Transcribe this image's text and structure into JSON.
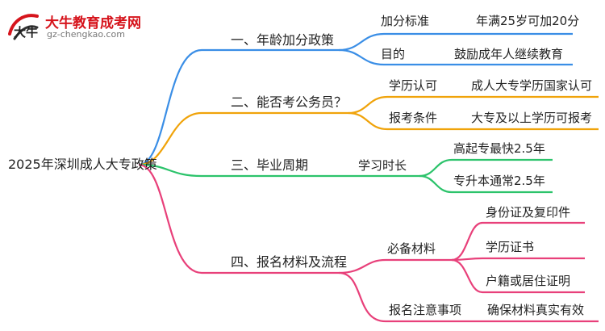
{
  "logo": {
    "title": "大牛教育成考网",
    "url": "gz-chengkao.com",
    "mark_text": "大牛"
  },
  "root": {
    "label": "2025年深圳成人大专政策"
  },
  "colors": {
    "branch1": "#3a8ee6",
    "branch2": "#f0a30a",
    "branch3": "#2cc36b",
    "branch4": "#e8407a",
    "logo_red": "#d6141c"
  },
  "branches": [
    {
      "label": "一、年龄加分政策",
      "items": [
        {
          "label": "加分标准",
          "value": "年满25岁可加20分"
        },
        {
          "label": "目的",
          "value": "鼓励成年人继续教育"
        }
      ]
    },
    {
      "label": "二、能否考公务员？",
      "items": [
        {
          "label": "学历认可",
          "value": "成人大专学历国家认可"
        },
        {
          "label": "报考条件",
          "value": "大专及以上学历可报考"
        }
      ]
    },
    {
      "label": "三、毕业周期",
      "items": [
        {
          "label": "学习时长",
          "values": [
            "高起专最快2.5年",
            "专升本通常2.5年"
          ]
        }
      ]
    },
    {
      "label": "四、报名材料及流程",
      "items": [
        {
          "label": "必备材料",
          "values": [
            "身份证及复印件",
            "学历证书",
            "户籍或居住证明"
          ]
        },
        {
          "label": "报名注意事项",
          "value": "确保材料真实有效"
        }
      ]
    }
  ]
}
